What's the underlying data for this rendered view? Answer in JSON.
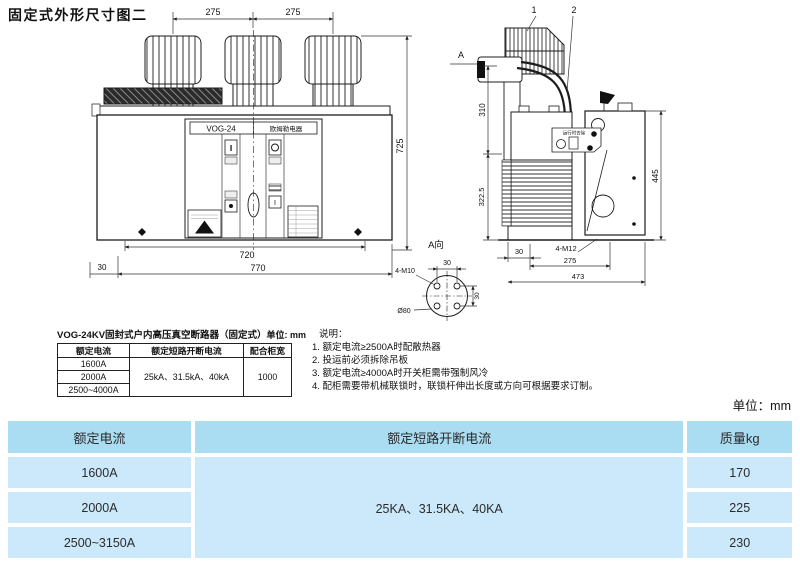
{
  "page": {
    "title": "固定式外形尺寸图二",
    "unit_label": "单位：mm"
  },
  "drawing": {
    "front": {
      "nameplate_model": "VOG-24",
      "nameplate_brand": "欧姆勒电器",
      "dim_pole_spacing_left": "275",
      "dim_pole_spacing_right": "275",
      "dim_height": "725",
      "dim_inner_width": "720",
      "dim_outer_width": "770",
      "dim_left_offset": "30",
      "view_arrow_label": "A"
    },
    "side": {
      "callout_1": "1",
      "callout_2": "2",
      "dim_upper_height": "310",
      "dim_lower_height": "322.5",
      "dim_total_height": "445",
      "dim_base_offset": "30",
      "bolt_label": "4-M12",
      "dim_base_inner": "275",
      "dim_base_width": "473",
      "tag_label": "运行时去除"
    },
    "detail": {
      "title": "A向",
      "dim_hole_spacing_h": "30",
      "dim_hole_spacing_v": "30",
      "bolt_label": "4-M10",
      "dim_diameter": "Ø80"
    }
  },
  "spec_table": {
    "title": "VOG-24KV固封式户内高压真空断路器（固定式）",
    "unit": "单位: mm",
    "headers": [
      "额定电流",
      "额定短路开断电流",
      "配合柜宽"
    ],
    "currents": [
      "1600A",
      "2000A",
      "2500~4000A"
    ],
    "breaking_current": "25kA、31.5kA、40kA",
    "cabinet_width": "1000"
  },
  "notes": {
    "title": "说明：",
    "items": [
      "1. 额定电流≥2500A时配散热器",
      "2. 投运前必须拆除吊板",
      "3. 额定电流≥4000A时开关柜需带强制风冷",
      "4. 配柜需要带机械联锁时，联锁杆伸出长度或方向可根据要求订制。"
    ]
  },
  "main_table": {
    "headers": [
      "额定电流",
      "额定短路开断电流",
      "质量kg"
    ],
    "breaking_current": "25KA、31.5KA、40KA",
    "rows": [
      {
        "current": "1600A",
        "weight": "170"
      },
      {
        "current": "2000A",
        "weight": "225"
      },
      {
        "current": "2500~3150A",
        "weight": "230"
      }
    ],
    "colors": {
      "header_bg": "#aadcf2",
      "row_bg": "#cbe9fa"
    }
  }
}
